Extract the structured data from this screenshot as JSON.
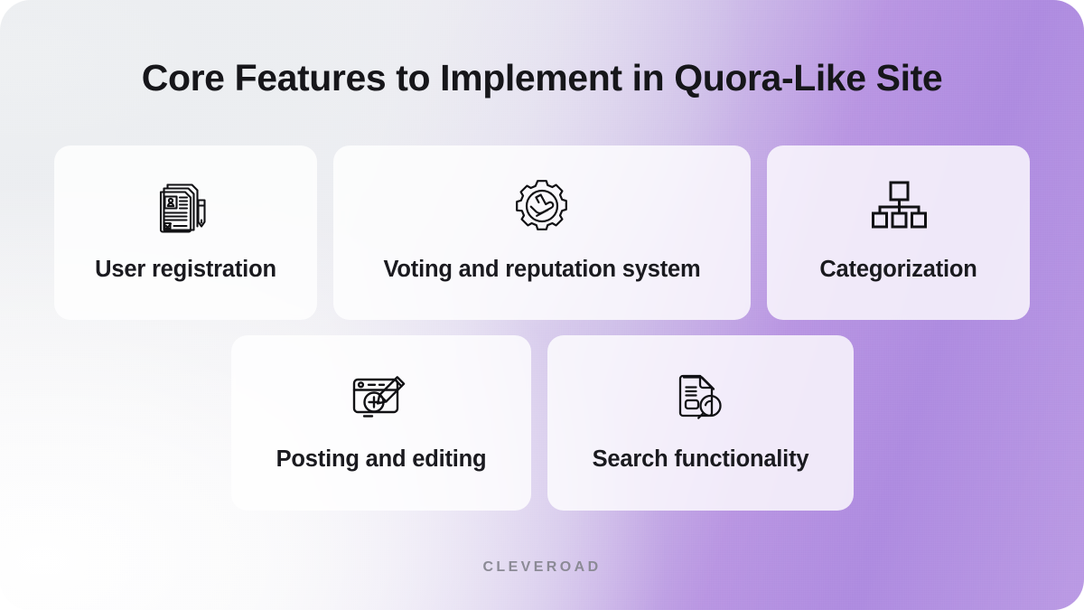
{
  "slide": {
    "title": "Core Features to Implement in Quora-Like Site",
    "background": {
      "start_color": "#f1f1f3",
      "mid_color": "#cfbfe9",
      "end_color": "#ae8be0"
    },
    "card_background": "rgba(255,255,255,0.80)",
    "text_color": "#1a1a1f"
  },
  "cards": [
    {
      "id": "user-registration",
      "label": "User registration",
      "icon": "registration-form-icon",
      "row": 1
    },
    {
      "id": "voting-reputation",
      "label": "Voting and reputation system",
      "icon": "voting-badge-icon",
      "row": 1
    },
    {
      "id": "categorization",
      "label": "Categorization",
      "icon": "hierarchy-icon",
      "row": 1
    },
    {
      "id": "posting-editing",
      "label": "Posting and editing",
      "icon": "browser-edit-icon",
      "row": 2
    },
    {
      "id": "search-functionality",
      "label": "Search functionality",
      "icon": "document-search-icon",
      "row": 2
    }
  ],
  "footer": {
    "brand": "CLEVEROAD",
    "brand_color": "#8b8a95"
  }
}
